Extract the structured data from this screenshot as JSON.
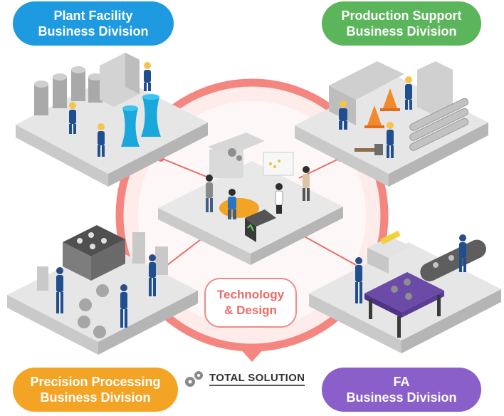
{
  "divisions": {
    "plant": {
      "line1": "Plant Facility",
      "line2": "Business Division",
      "color": "#1e9be0"
    },
    "production": {
      "line1": "Production Support",
      "line2": "Business Division",
      "color": "#5bb55a"
    },
    "precision": {
      "line1": "Precision Processing",
      "line2": "Business Division",
      "color": "#f4a425"
    },
    "fa": {
      "line1": "FA",
      "line2": "Business Division",
      "color": "#8a5fc9"
    }
  },
  "center": {
    "line1": "Technology",
    "line2": "& Design",
    "color": "#ec6a66"
  },
  "total_solution": {
    "label": "TOTAL SOLUTION"
  },
  "icons": [
    "gears-icon",
    "worker-icon",
    "cooling-tower-icon",
    "traffic-cone-icon",
    "laptop-icon",
    "conveyor-icon"
  ]
}
